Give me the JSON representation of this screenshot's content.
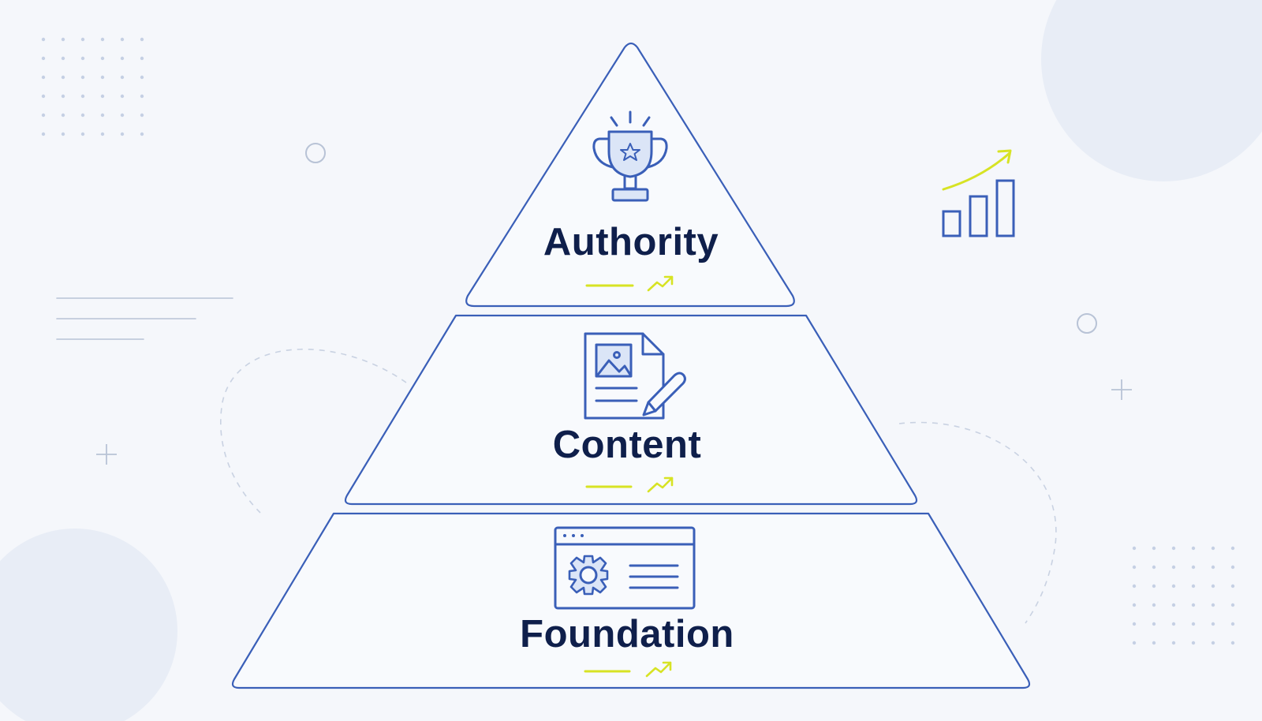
{
  "pyramid": {
    "tiers": [
      {
        "label": "Authority",
        "icon": "trophy-icon"
      },
      {
        "label": "Content",
        "icon": "document-edit-icon"
      },
      {
        "label": "Foundation",
        "icon": "browser-settings-icon"
      }
    ]
  },
  "decorations": {
    "corner_icon": "growth-bar-chart-icon",
    "tier_accent_icon": "trend-up-arrow-icon"
  },
  "colors": {
    "background": "#f5f7fb",
    "outline": "#3a5fb8",
    "heading": "#0f1f4b",
    "icon_fill": "#dbe5f7",
    "accent": "#d7e324",
    "decor_gray": "#b8c3d6",
    "dot": "#c5d0e4",
    "blob": "#e8edf6"
  }
}
